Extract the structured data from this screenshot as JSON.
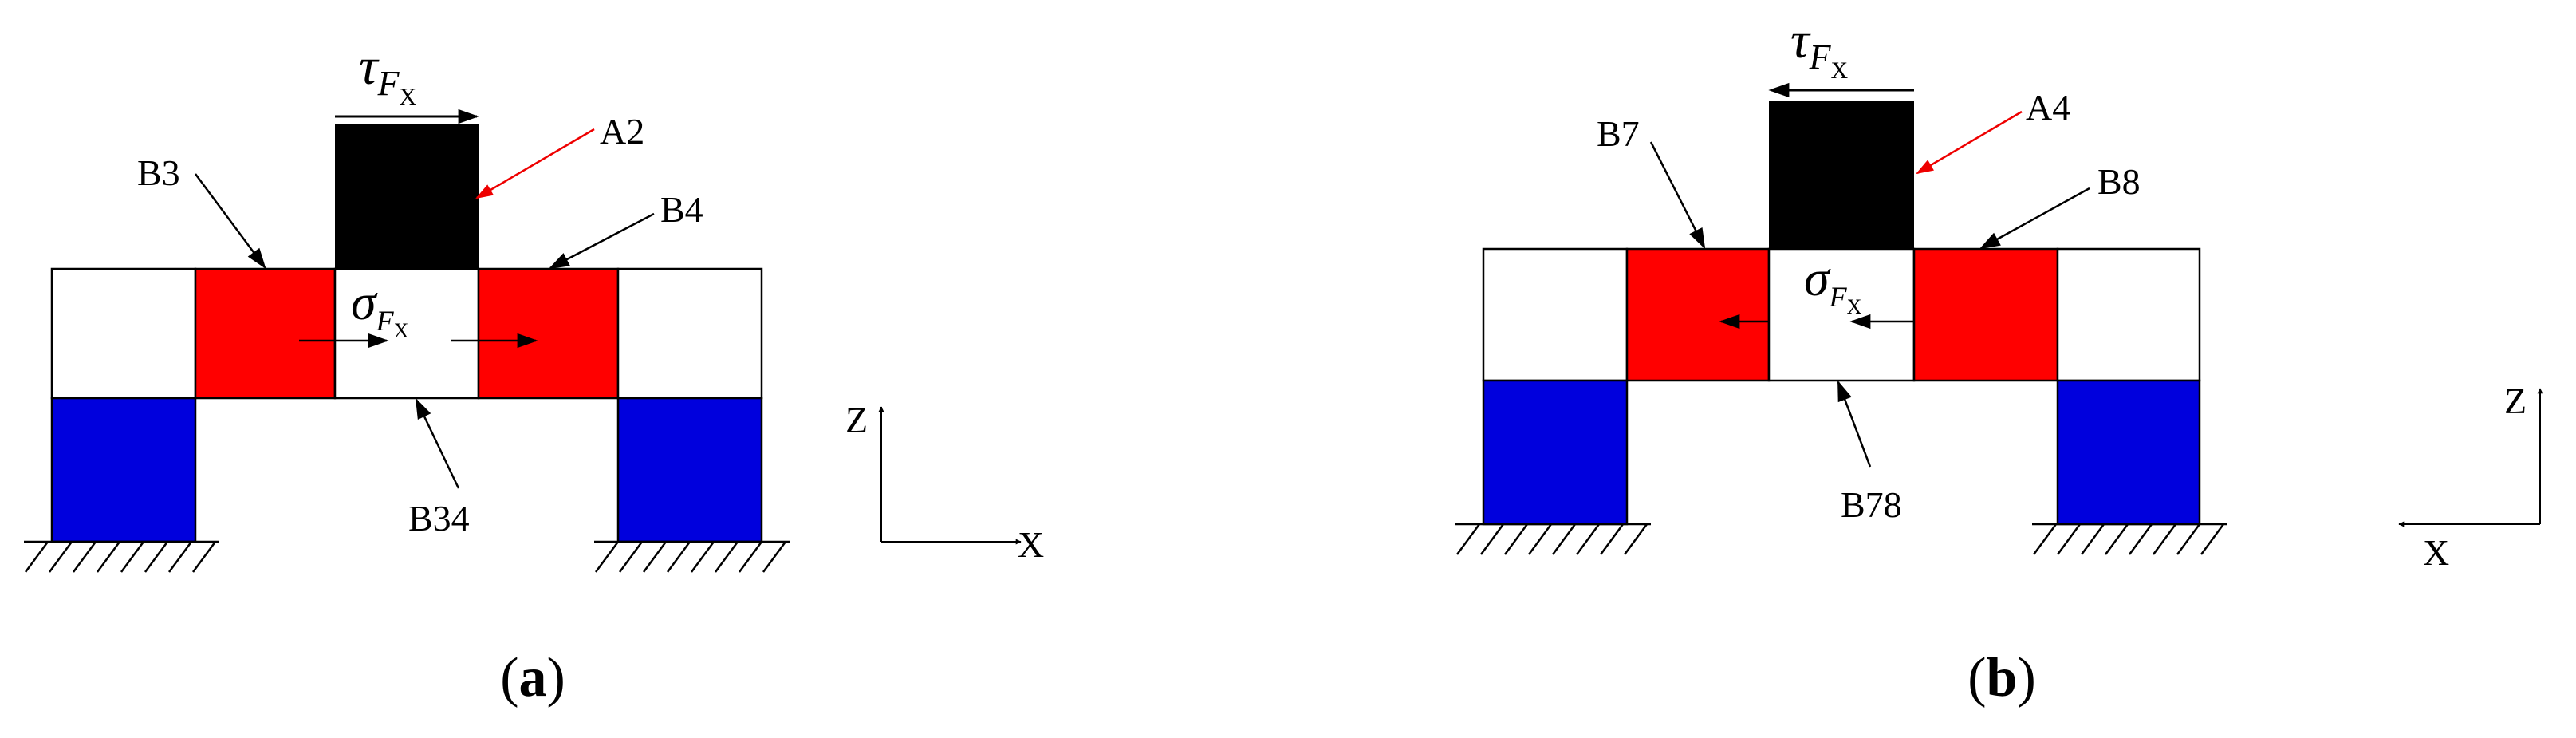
{
  "colors": {
    "black_block": "#000000",
    "red_block": "#ff0000",
    "blue_block": "#0000dd",
    "red_arrow": "#ee0000",
    "outline": "#000000"
  },
  "panels": [
    {
      "id": "a",
      "caption": "a",
      "shear_symbol": "τ",
      "shear_subscript": "F",
      "shear_subsubscript": "X",
      "normal_symbol": "σ",
      "normal_subscript": "F",
      "normal_subsubscript": "X",
      "labels": {
        "top_block": "A2",
        "left_red": "B3",
        "right_red": "B4",
        "bottom_mid": "B34"
      },
      "axes": {
        "vertical": "Z",
        "horizontal": "X"
      }
    },
    {
      "id": "b",
      "caption": "b",
      "shear_symbol": "τ",
      "shear_subscript": "F",
      "shear_subsubscript": "X",
      "normal_symbol": "σ",
      "normal_subscript": "F",
      "normal_subsubscript": "X",
      "labels": {
        "top_block": "A4",
        "left_red": "B7",
        "right_red": "B8",
        "bottom_mid": "B78"
      },
      "axes": {
        "vertical": "Z",
        "horizontal": "X"
      }
    }
  ]
}
